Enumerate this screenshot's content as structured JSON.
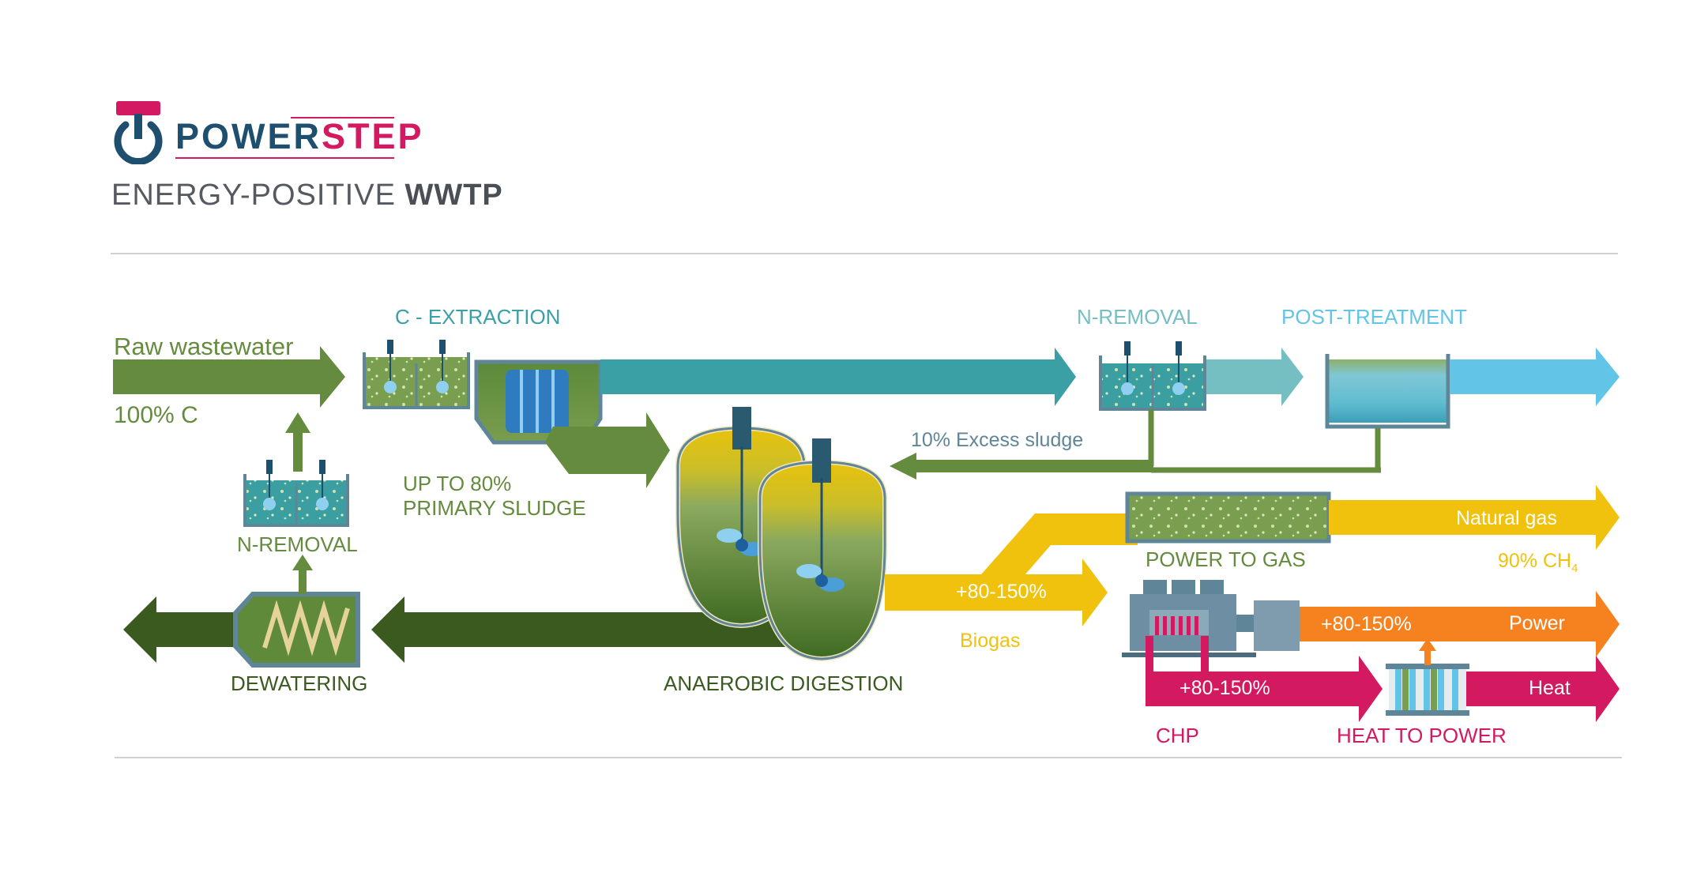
{
  "brand": {
    "name_part1": "POWER",
    "name_part2": "STEP",
    "primary_color": "#1e4f6e",
    "accent_color": "#d3195f"
  },
  "subtitle": {
    "light": "ENERGY-POSITIVE ",
    "bold": "WWTP"
  },
  "labels": {
    "raw_wastewater": "Raw wastewater",
    "hundred_c": "100% C",
    "c_extraction": "C - EXTRACTION",
    "n_removal_top": "N-REMOVAL",
    "post_treatment": "POST-TREATMENT",
    "excess_sludge": "10% Excess sludge",
    "primary_sludge_1": "UP TO 80%",
    "primary_sludge_2": "PRIMARY SLUDGE",
    "n_removal_left": "N-REMOVAL",
    "dewatering": "DEWATERING",
    "anaerobic_digestion": "ANAEROBIC DIGESTION",
    "biogas_pct": "+80-150%",
    "biogas": "Biogas",
    "power_to_gas": "POWER TO GAS",
    "natural_gas": "Natural gas",
    "ch4_pct": "90% CH",
    "ch4_sub": "4",
    "power_pct": "+80-150%",
    "power": "Power",
    "heat_pct": "+80-150%",
    "heat": "Heat",
    "chp": "CHP",
    "heat_to_power": "HEAT TO POWER"
  },
  "colors": {
    "olive": "#658b3e",
    "dark_green": "#3b5a1f",
    "teal": "#3aa0a6",
    "light_teal": "#75bfc3",
    "sky": "#62c4e6",
    "yellow": "#f0c20d",
    "orange": "#f6821f",
    "magenta": "#d3195f",
    "slate": "#5f8598"
  }
}
